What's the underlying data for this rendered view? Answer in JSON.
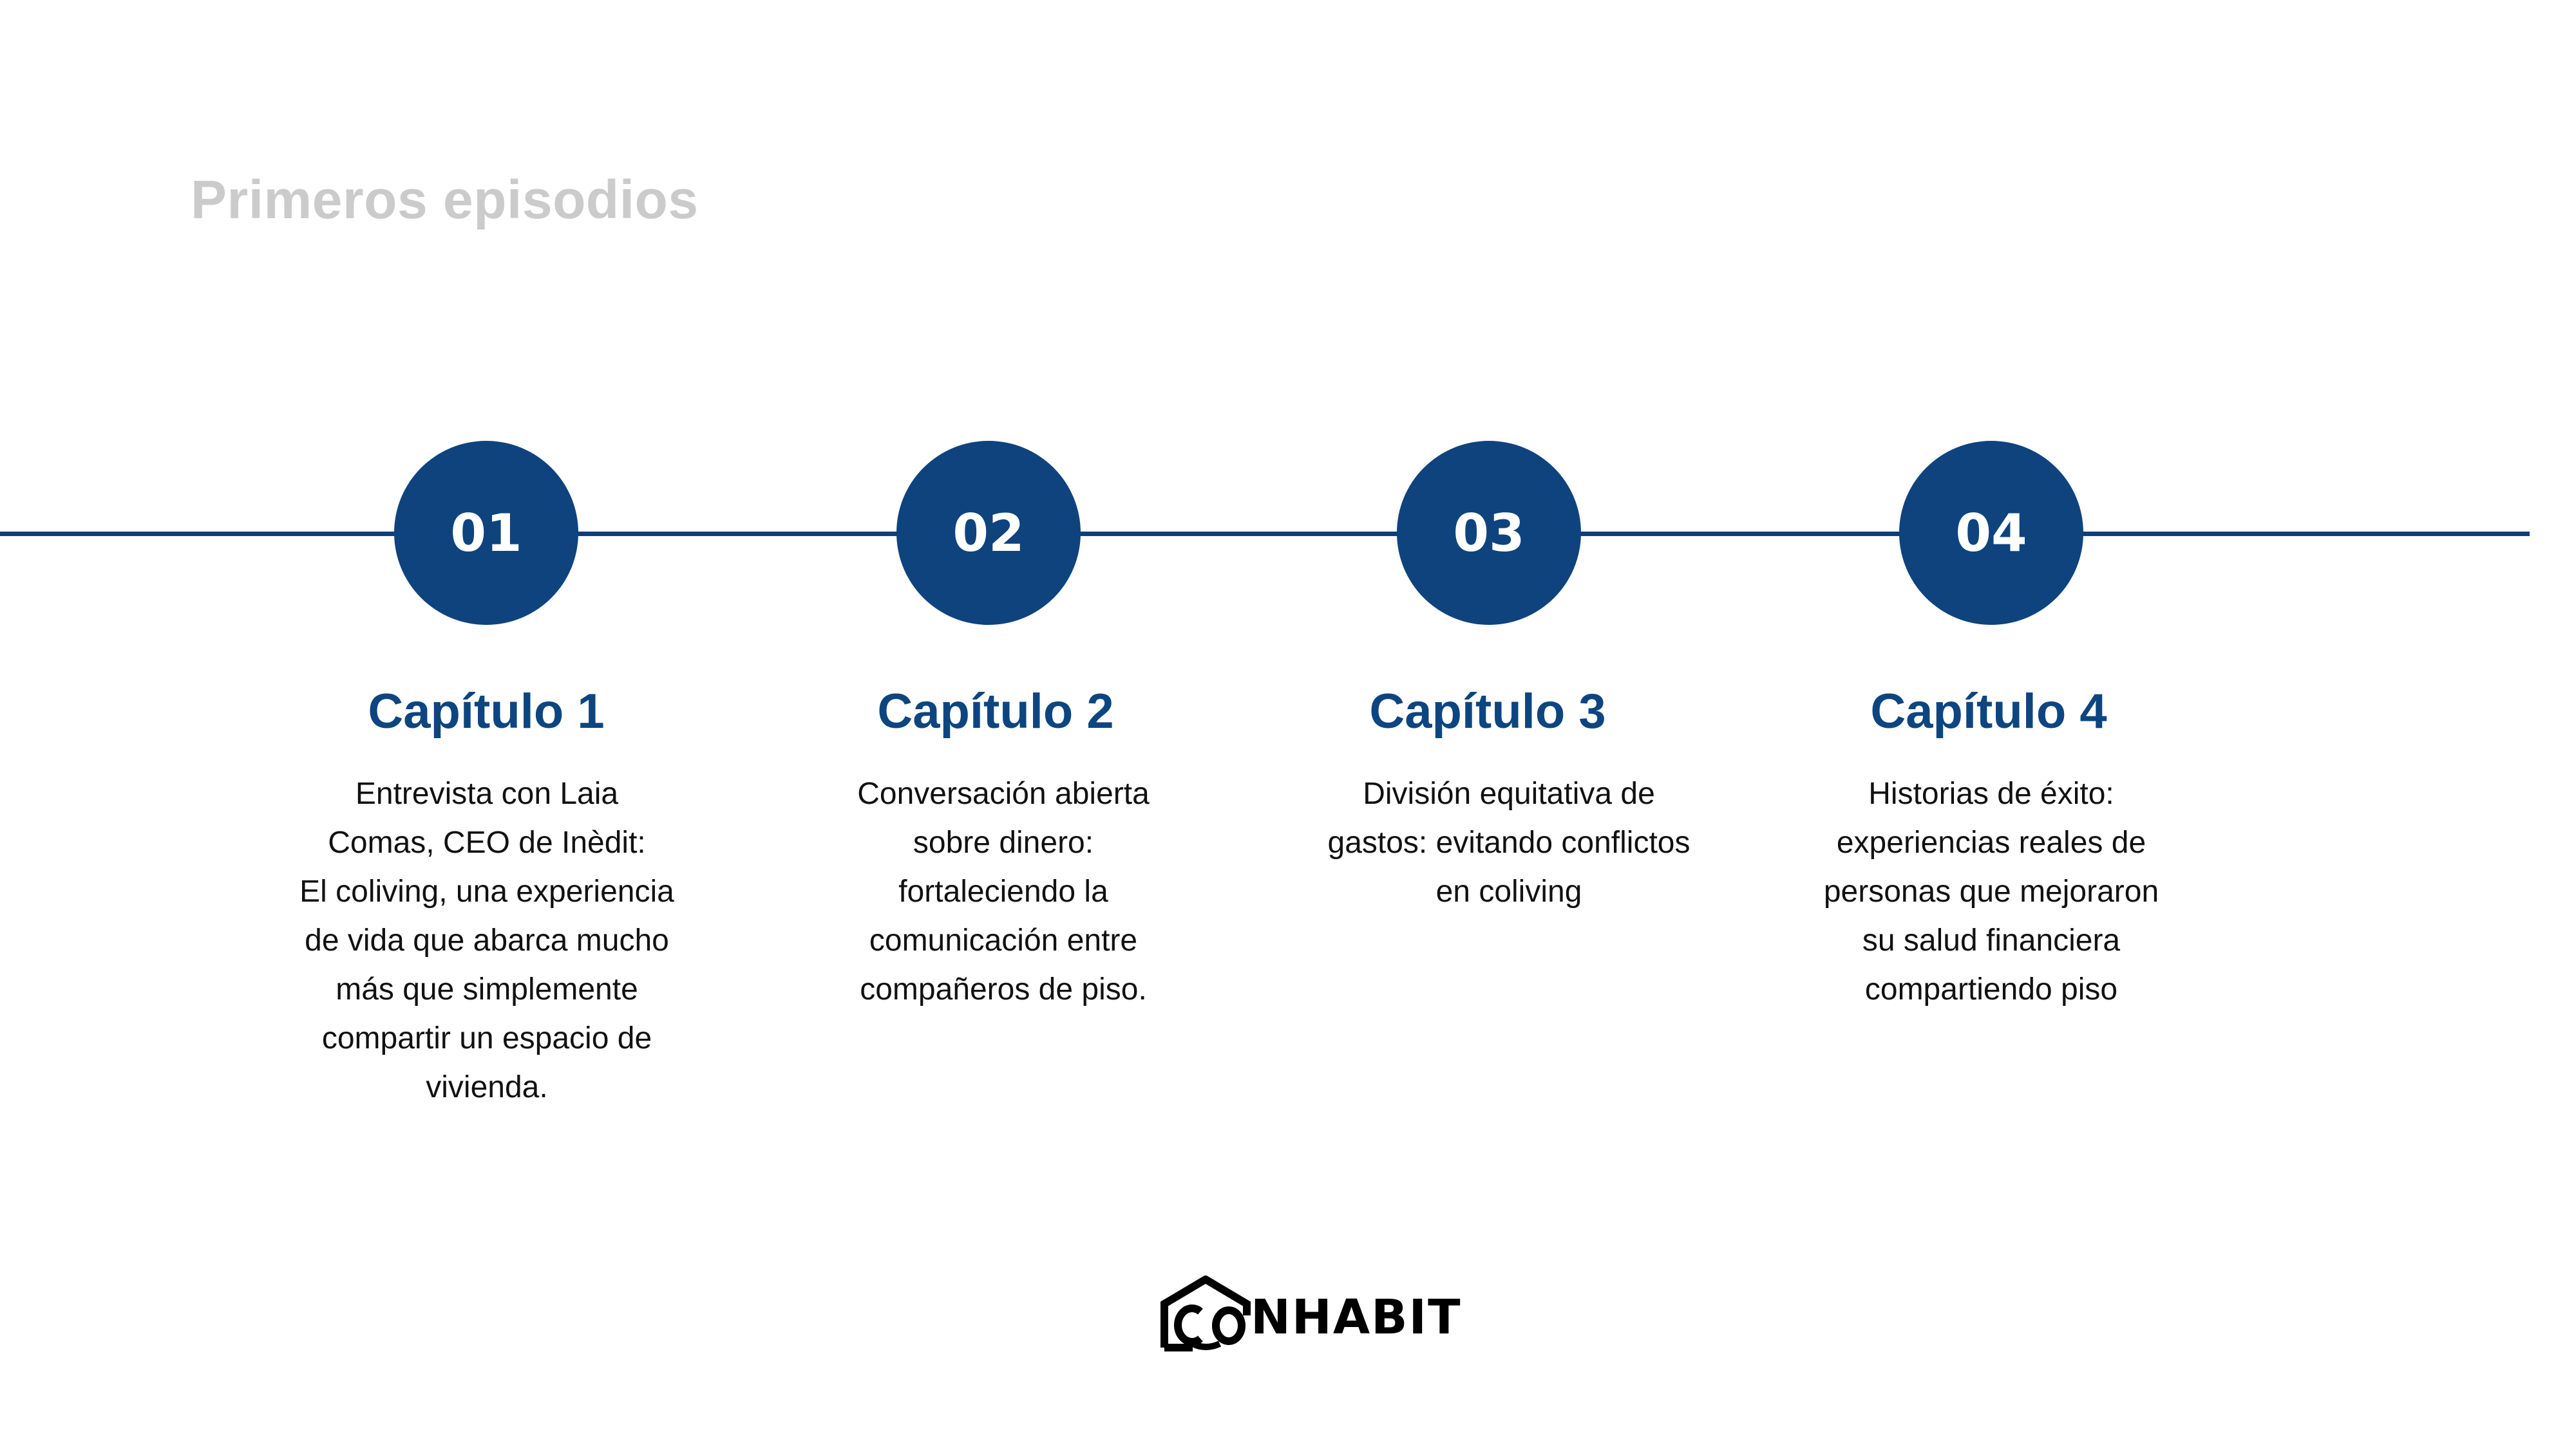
{
  "title": "Primeros episodios",
  "colors": {
    "accent": "#0e437e",
    "title_gray": "#cbcbcb",
    "text": "#111111"
  },
  "steps": [
    {
      "number": "01",
      "title": "Capítulo 1",
      "lines": [
        "Entrevista con Laia",
        "Comas, CEO de Inèdit:",
        "El coliving, una experiencia",
        "de vida que abarca mucho",
        "más que simplemente",
        "compartir un espacio de",
        "vivienda."
      ]
    },
    {
      "number": "02",
      "title": "Capítulo 2",
      "lines": [
        "Conversación abierta",
        "sobre dinero:",
        "fortaleciendo la",
        "comunicación entre",
        "compañeros de piso."
      ]
    },
    {
      "number": "03",
      "title": "Capítulo 3",
      "lines": [
        "División equitativa de",
        "gastos: evitando conflictos",
        "en coliving"
      ]
    },
    {
      "number": "04",
      "title": "Capítulo 4",
      "lines": [
        "Historias de éxito:",
        "experiencias reales de",
        "personas que mejoraron",
        "su salud financiera",
        "compartiendo piso"
      ]
    }
  ],
  "logo": {
    "text": "CO NHABIT",
    "icon": "house-logo-icon"
  }
}
